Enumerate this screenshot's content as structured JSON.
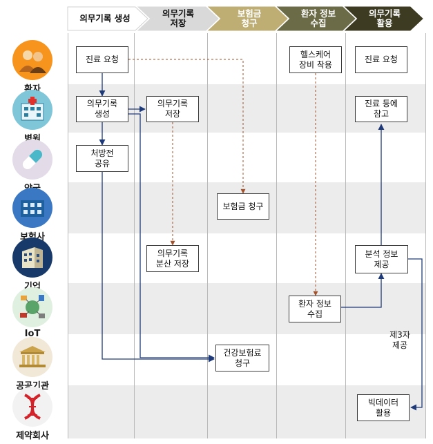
{
  "phases": [
    {
      "label": "의무기록 생성",
      "fill": "#ffffff",
      "text": "#111111"
    },
    {
      "label": "의무기록\n저장",
      "fill": "#d9d9d9",
      "text": "#111111"
    },
    {
      "label": "보험금\n청구",
      "fill": "#bfae73",
      "text": "#ffffff"
    },
    {
      "label": "환자 정보\n수집",
      "fill": "#6b6b47",
      "text": "#ffffff"
    },
    {
      "label": "의무기록\n활용",
      "fill": "#3d3b21",
      "text": "#ffffff"
    }
  ],
  "actors": [
    {
      "label": "환자",
      "icon": "people-icon",
      "color": "#f7941d"
    },
    {
      "label": "병원",
      "icon": "hospital-icon",
      "color": "#7fc6d9"
    },
    {
      "label": "약국",
      "icon": "pill-icon",
      "color": "#e3dbe8"
    },
    {
      "label": "보험사",
      "icon": "building-icon",
      "color": "#3b78c4"
    },
    {
      "label": "기업",
      "icon": "office-icon",
      "color": "#173a6a"
    },
    {
      "label": "IoT",
      "icon": "iot-icon",
      "color": "#e0f0e0"
    },
    {
      "label": "공공기관",
      "icon": "institution-icon",
      "color": "#f2e8d8"
    },
    {
      "label": "제약회사",
      "icon": "dna-icon",
      "color": "#f2f2f2"
    }
  ],
  "boxes": [
    {
      "id": "b1",
      "text": "진료 요청"
    },
    {
      "id": "b2",
      "text": "의무기록\n생성"
    },
    {
      "id": "b3",
      "text": "처방전\n공유"
    },
    {
      "id": "b4",
      "text": "의무기록\n저장"
    },
    {
      "id": "b5",
      "text": "의무기록\n분산 저장"
    },
    {
      "id": "b6",
      "text": "보험금 청구"
    },
    {
      "id": "b7",
      "text": "건강보험료\n청구"
    },
    {
      "id": "b8",
      "text": "헬스케어\n장비 착용"
    },
    {
      "id": "b9",
      "text": "환자 정보\n수집"
    },
    {
      "id": "b10",
      "text": "진료 요청"
    },
    {
      "id": "b11",
      "text": "진료 등에\n참고"
    },
    {
      "id": "b12",
      "text": "분석 정보\n제공"
    },
    {
      "id": "b13",
      "text": "빅데이터\n활용"
    }
  ],
  "notes": [
    {
      "text": "제3자\n제공"
    }
  ],
  "colors": {
    "solid_arrow": "#1f3a78",
    "dashed_arrow": "#a0522d",
    "box_border": "#3a3a3a"
  }
}
